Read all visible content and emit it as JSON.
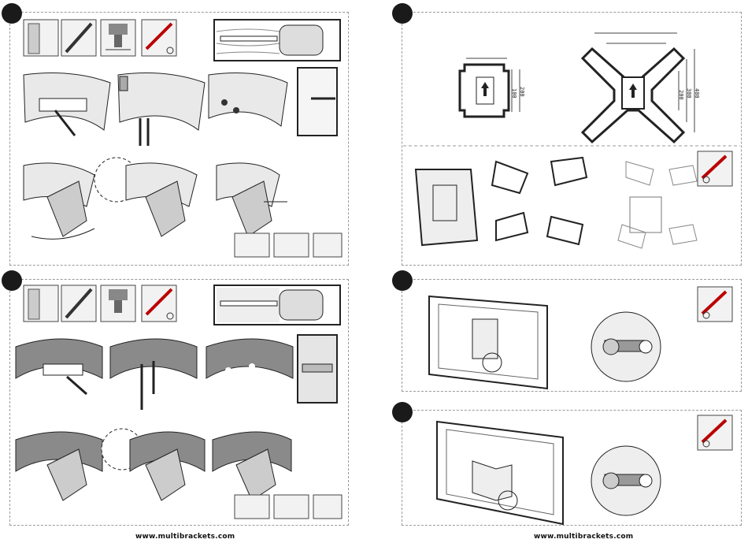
{
  "footer": {
    "left_url": "www.multibrackets.com",
    "right_url": "www.multibrackets.com"
  },
  "vesa_small": {
    "dim_width": "100",
    "dim_height": "200"
  },
  "vesa_large": {
    "dim_height_1": "200",
    "dim_height_2": "300",
    "dim_height_3": "400"
  },
  "colors": {
    "ink": "#1a1a1a",
    "dash": "#9a9a9a",
    "tool_bg": "#f2f2f2"
  }
}
